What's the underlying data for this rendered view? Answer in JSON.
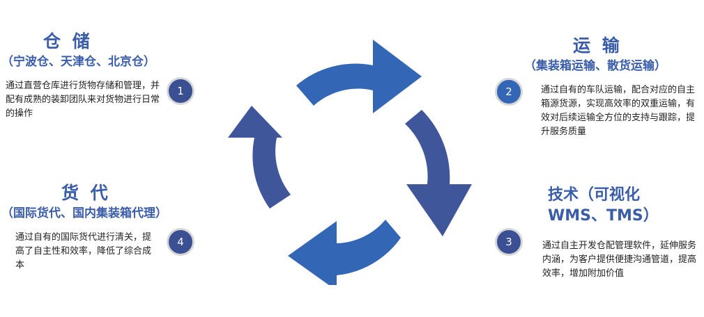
{
  "colors": {
    "title": "#3a5da9",
    "text": "#222222",
    "badge_dark": "#3b4f93",
    "badge_blue": "#3366b5",
    "badge_ring": "#d7d7d7",
    "arrow_dark": "#40569b",
    "arrow_light": "#3366b5"
  },
  "storage": {
    "title": "仓 储",
    "subtitle": "（宁波仓、天津仓、北京仓）",
    "number": "1",
    "desc": "通过直营仓库进行货物存储和管理，并配有成熟的装卸团队来对货物进行日常的操作"
  },
  "transport": {
    "title": "运 输",
    "subtitle": "（集装箱运输、散货运输）",
    "number": "2",
    "desc": "通过自有的车队运输，配合对应的自主箱源货源，实现高效率的双重运输，有效对后续运输全方位的支持与跟踪，提升服务质量"
  },
  "technology": {
    "title": "技术（可视化",
    "title2": "WMS、TMS）",
    "number": "3",
    "desc": "通过自主开发仓配管理软件，延伸服务内涵，为客户提供便捷沟通管道，提高效率，增加附加价值"
  },
  "forwarding": {
    "title": "货 代",
    "subtitle": "（国际货代、国内集装箱代理）",
    "number": "4",
    "desc": "通过自有的国际货代进行清关，提高了自主性和效率，降低了综合成本"
  }
}
